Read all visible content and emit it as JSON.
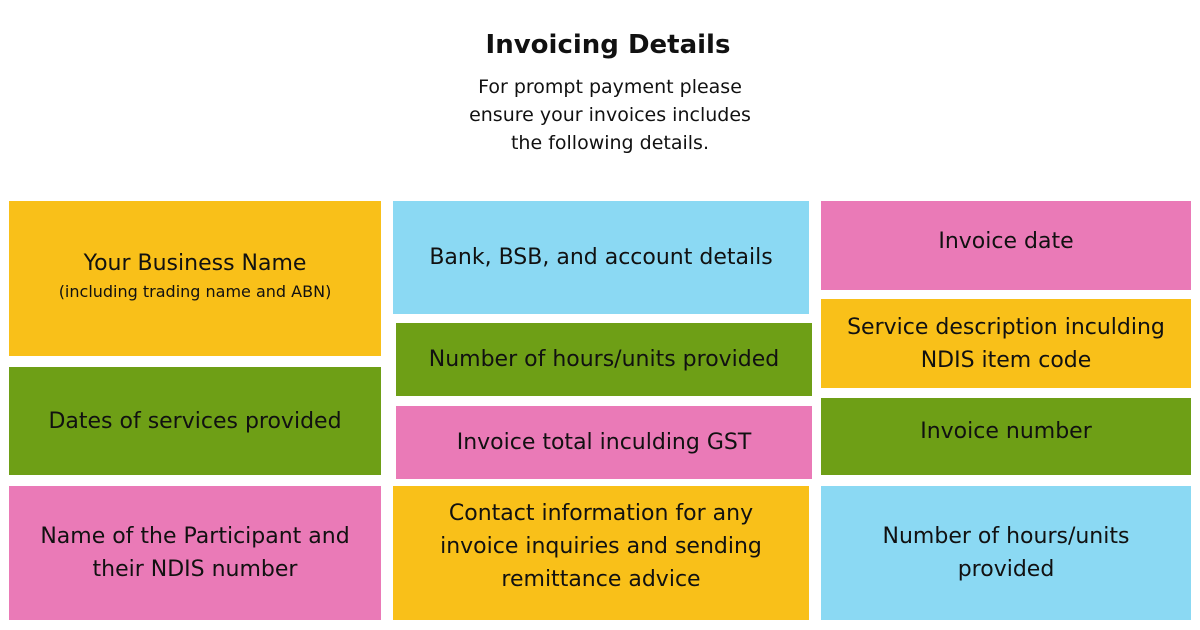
{
  "header": {
    "title": "Invoicing Details",
    "subtitle_lines": [
      "For prompt payment please",
      "ensure your invoices includes",
      "the following details."
    ]
  },
  "colors": {
    "yellow": "#F9C019",
    "blue": "#8BD9F3",
    "pink": "#EA7AB7",
    "green": "#6E9F16"
  },
  "tiles": {
    "business_name": {
      "lines": [
        "Your Business Name"
      ],
      "sub": "(including trading name and ABN)"
    },
    "bank_details": {
      "lines": [
        "Bank, BSB, and account details"
      ]
    },
    "invoice_date": {
      "lines": [
        "Invoice date"
      ]
    },
    "hours_units_center": {
      "lines": [
        "Number of hours/units provided"
      ]
    },
    "service_description": {
      "lines": [
        "Service description inculding",
        "NDIS item code"
      ]
    },
    "dates_of_services": {
      "lines": [
        "Dates of services provided"
      ]
    },
    "invoice_total": {
      "lines": [
        "Invoice total inculding GST"
      ]
    },
    "invoice_number": {
      "lines": [
        "Invoice number"
      ]
    },
    "participant_name": {
      "lines": [
        "Name of the Participant and",
        "their NDIS number"
      ]
    },
    "contact_information": {
      "lines": [
        "Contact information for any",
        "invoice inquiries and sending",
        "remittance advice"
      ]
    },
    "hours_units_right": {
      "lines": [
        "Number of hours/units",
        "provided"
      ]
    }
  }
}
